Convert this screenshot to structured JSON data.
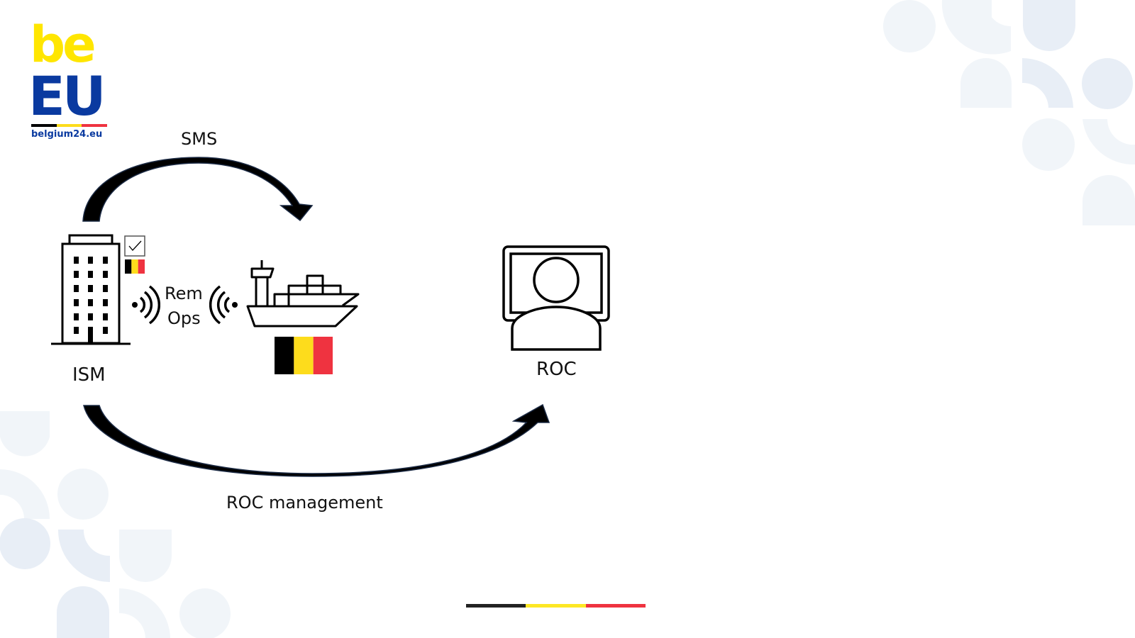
{
  "logo": {
    "top_text": "be",
    "bottom_text": "EU",
    "url": "belgium24.eu"
  },
  "flag_colors": [
    "#000000",
    "#fddc1c",
    "#ef3340"
  ],
  "brand_colors": {
    "yellow": "#ffe600",
    "blue": "#0a3aa0",
    "background_shape": "#eef2f7"
  },
  "diagram": {
    "arrow_top_label": "SMS",
    "arrow_bottom_label": "ROC management",
    "left_node_label": "ISM",
    "link_label_line1": "Rem",
    "link_label_line2": "Ops",
    "right_node_label": "ROC"
  }
}
